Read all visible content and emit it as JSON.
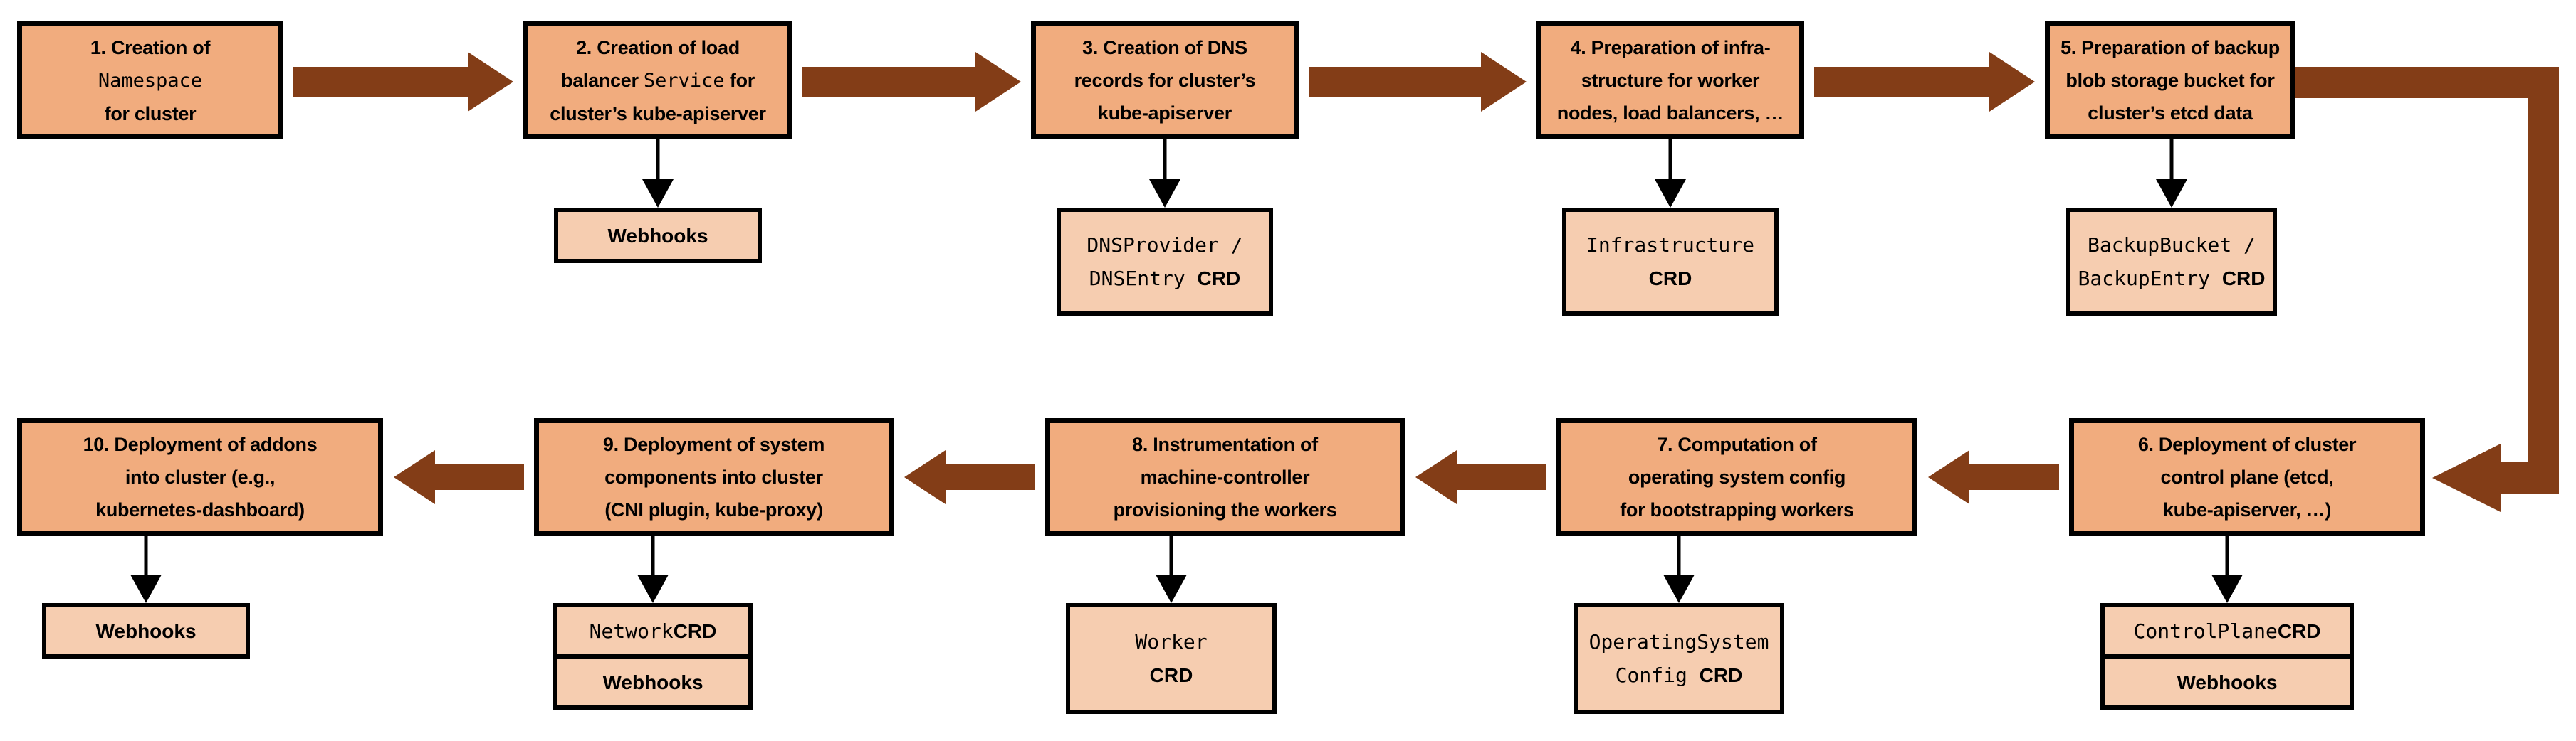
{
  "diagram": {
    "type": "flowchart",
    "title": "Cluster creation flow with extension points",
    "colors": {
      "step_box_fill": "#F1AC7E",
      "detail_box_fill": "#F6CDB0",
      "box_border": "#000000",
      "flow_arrow": "#833D17",
      "connector_arrow": "#000000",
      "background": "#FFFFFF"
    },
    "steps": [
      {
        "id": 1,
        "lines": [
          [
            {
              "t": "1. Creation of"
            }
          ],
          [
            {
              "t": "Namespace",
              "mono": true
            }
          ],
          [
            {
              "t": "for cluster"
            }
          ]
        ],
        "sub": null
      },
      {
        "id": 2,
        "lines": [
          [
            {
              "t": "2. Creation of load"
            }
          ],
          [
            {
              "t": "balancer "
            },
            {
              "t": "Service",
              "mono": true
            },
            {
              "t": " for"
            }
          ],
          [
            {
              "t": "cluster’s kube-apiserver"
            }
          ]
        ],
        "sub": {
          "type": "single",
          "lines": [
            [
              {
                "t": "Webhooks"
              }
            ]
          ]
        }
      },
      {
        "id": 3,
        "lines": [
          [
            {
              "t": "3. Creation of DNS"
            }
          ],
          [
            {
              "t": "records for cluster’s"
            }
          ],
          [
            {
              "t": "kube-apiserver"
            }
          ]
        ],
        "sub": {
          "type": "single",
          "lines": [
            [
              {
                "t": "DNSProvider /",
                "mono": true
              }
            ],
            [
              {
                "t": "DNSEntry ",
                "mono": true
              },
              {
                "t": "CRD"
              }
            ]
          ]
        }
      },
      {
        "id": 4,
        "lines": [
          [
            {
              "t": "4. Preparation of infra-"
            }
          ],
          [
            {
              "t": "structure for worker"
            }
          ],
          [
            {
              "t": "nodes, load balancers, …"
            }
          ]
        ],
        "sub": {
          "type": "single",
          "lines": [
            [
              {
                "t": "Infrastructure",
                "mono": true
              }
            ],
            [
              {
                "t": "CRD"
              }
            ]
          ]
        }
      },
      {
        "id": 5,
        "lines": [
          [
            {
              "t": "5. Preparation of backup"
            }
          ],
          [
            {
              "t": "blob storage bucket for"
            }
          ],
          [
            {
              "t": "cluster’s etcd data"
            }
          ]
        ],
        "sub": {
          "type": "single",
          "lines": [
            [
              {
                "t": "BackupBucket /",
                "mono": true
              }
            ],
            [
              {
                "t": "BackupEntry ",
                "mono": true
              },
              {
                "t": "CRD"
              }
            ]
          ]
        }
      },
      {
        "id": 6,
        "lines": [
          [
            {
              "t": "6. Deployment of cluster"
            }
          ],
          [
            {
              "t": "control plane (etcd,"
            }
          ],
          [
            {
              "t": "kube-apiserver, …)"
            }
          ]
        ],
        "sub": {
          "type": "stack",
          "compartments": [
            [
              {
                "t": "ControlPlane ",
                "mono": true
              },
              {
                "t": "CRD"
              }
            ],
            [
              {
                "t": "Webhooks"
              }
            ]
          ]
        }
      },
      {
        "id": 7,
        "lines": [
          [
            {
              "t": "7. Computation of"
            }
          ],
          [
            {
              "t": "operating system config"
            }
          ],
          [
            {
              "t": "for bootstrapping workers"
            }
          ]
        ],
        "sub": {
          "type": "single",
          "lines": [
            [
              {
                "t": "OperatingSystem",
                "mono": true
              }
            ],
            [
              {
                "t": "Config ",
                "mono": true
              },
              {
                "t": "CRD"
              }
            ]
          ]
        }
      },
      {
        "id": 8,
        "lines": [
          [
            {
              "t": "8. Instrumentation of"
            }
          ],
          [
            {
              "t": "machine-controller"
            }
          ],
          [
            {
              "t": "provisioning the workers"
            }
          ]
        ],
        "sub": {
          "type": "single",
          "lines": [
            [
              {
                "t": "Worker",
                "mono": true
              }
            ],
            [
              {
                "t": "CRD"
              }
            ]
          ]
        }
      },
      {
        "id": 9,
        "lines": [
          [
            {
              "t": "9. Deployment of system"
            }
          ],
          [
            {
              "t": "components into cluster"
            }
          ],
          [
            {
              "t": "(CNI plugin, kube-proxy)"
            }
          ]
        ],
        "sub": {
          "type": "stack",
          "compartments": [
            [
              {
                "t": "Network ",
                "mono": true
              },
              {
                "t": "CRD"
              }
            ],
            [
              {
                "t": "Webhooks"
              }
            ]
          ]
        }
      },
      {
        "id": 10,
        "lines": [
          [
            {
              "t": "10. Deployment of addons"
            }
          ],
          [
            {
              "t": "into cluster (e.g.,"
            }
          ],
          [
            {
              "t": "kubernetes-dashboard)"
            }
          ]
        ],
        "sub": {
          "type": "single",
          "lines": [
            [
              {
                "t": "Webhooks"
              }
            ]
          ]
        }
      }
    ]
  }
}
